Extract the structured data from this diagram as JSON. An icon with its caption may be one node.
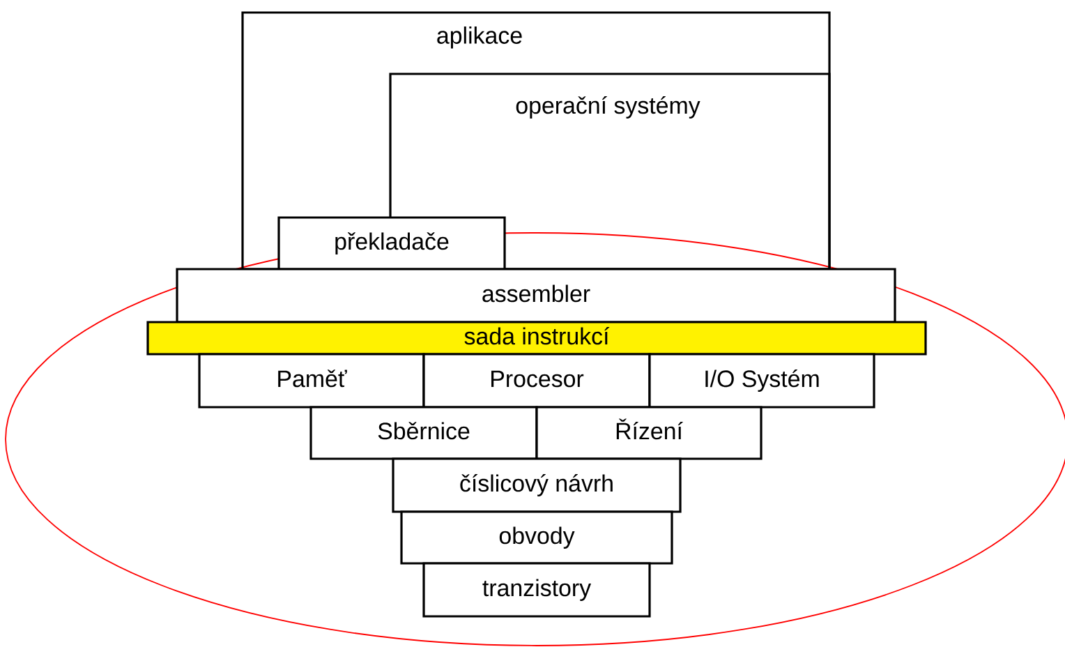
{
  "diagram": {
    "nodes": [
      {
        "text": [
          "aplikace"
        ]
      },
      {
        "text": [
          "operační systémy"
        ],
        "in": 0
      },
      {
        "text": [
          "překladače"
        ],
        "in": 0
      },
      {
        "text": [
          "assembler"
        ]
      },
      {
        "text": [
          "sada instrukcí"
        ]
      },
      {
        "text": [
          "Paměť"
        ]
      },
      {
        "text": [
          "Procesor"
        ]
      },
      {
        "text": [
          "I/O Systém"
        ]
      },
      {
        "text": [
          "Sběrnice"
        ]
      },
      {
        "text": [
          "Řízení"
        ]
      },
      {
        "text": [
          "číslicový návrh"
        ]
      },
      {
        "text": [
          "obvody"
        ]
      },
      {
        "text": [
          "tranzistory"
        ]
      }
    ]
  }
}
